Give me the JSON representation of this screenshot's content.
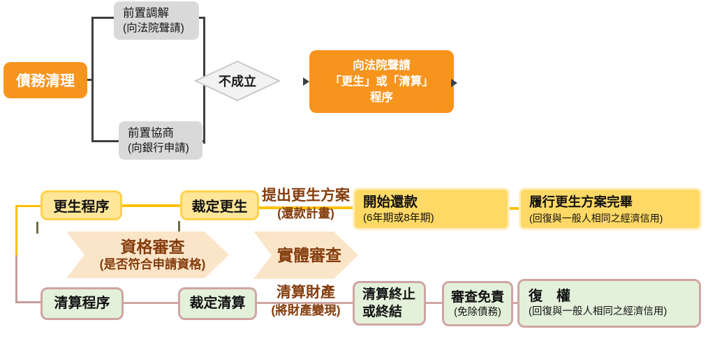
{
  "colors": {
    "orange": "#F7941E",
    "gray_box": "#D9D9D9",
    "connector_dark": "#3F3F3F",
    "yellow_fill": "#FFE699",
    "yellow_border": "#FFD24A",
    "yellow_connector": "#FFC001",
    "gold_fill": "#FFD966",
    "brown_text": "#843C0C",
    "chevron_fill": "#FBE5C9",
    "green_fill": "#E3F1DB",
    "rose_border": "#CFA5A2"
  },
  "top": {
    "start": {
      "label": "債務清理"
    },
    "mediation": {
      "line1": "前置調解",
      "line2": "(向法院聲請)"
    },
    "negotiation": {
      "line1": "前置協商",
      "line2": "(向銀行申請)"
    },
    "decision": {
      "label": "不成立"
    },
    "court": {
      "line1": "向法院聲請",
      "line2": "「更生」或「清算」",
      "line3": "程序"
    }
  },
  "rehab": {
    "procedure": "更生程序",
    "ruling": "裁定更生",
    "plan_label": {
      "line1": "提出更生方案",
      "line2": "(還款計畫)"
    },
    "repay": {
      "title": "開始還款",
      "subtitle": "(6年期或8年期)"
    },
    "complete": {
      "title": "履行更生方案完畢",
      "subtitle": "(回復與一般人相同之經濟信用)"
    }
  },
  "review": {
    "qualification": {
      "line1": "資格審查",
      "line2": "(是否符合申請資格)"
    },
    "substantive": {
      "label": "實體審查"
    }
  },
  "liquidation": {
    "procedure": "清算程序",
    "ruling": "裁定清算",
    "asset_label": {
      "line1": "清算財產",
      "line2": "(將財產變現)"
    },
    "end": {
      "line1": "清算終止",
      "line2": "或終結"
    },
    "discharge": {
      "title": "審查免責",
      "subtitle": "(免除債務)"
    },
    "restore": {
      "title": "復　權",
      "subtitle": "(回復與一般人相同之經濟信用)"
    }
  }
}
